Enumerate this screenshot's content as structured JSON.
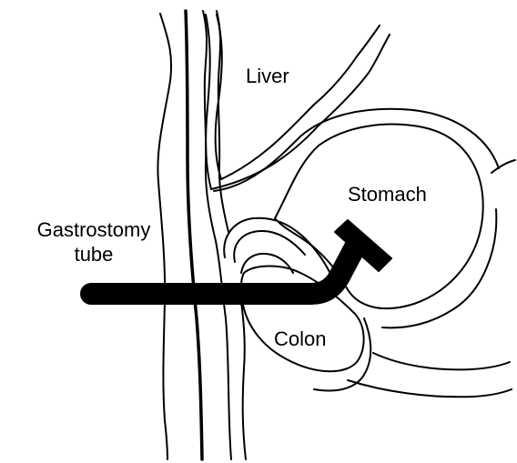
{
  "labels": {
    "liver": "Liver",
    "stomach": "Stomach",
    "gastrostomy_line1": "Gastrostomy",
    "gastrostomy_line2": "tube",
    "colon": "Colon"
  },
  "colors": {
    "outline": "#000000",
    "tube": "#000000",
    "background": "#ffffff"
  }
}
